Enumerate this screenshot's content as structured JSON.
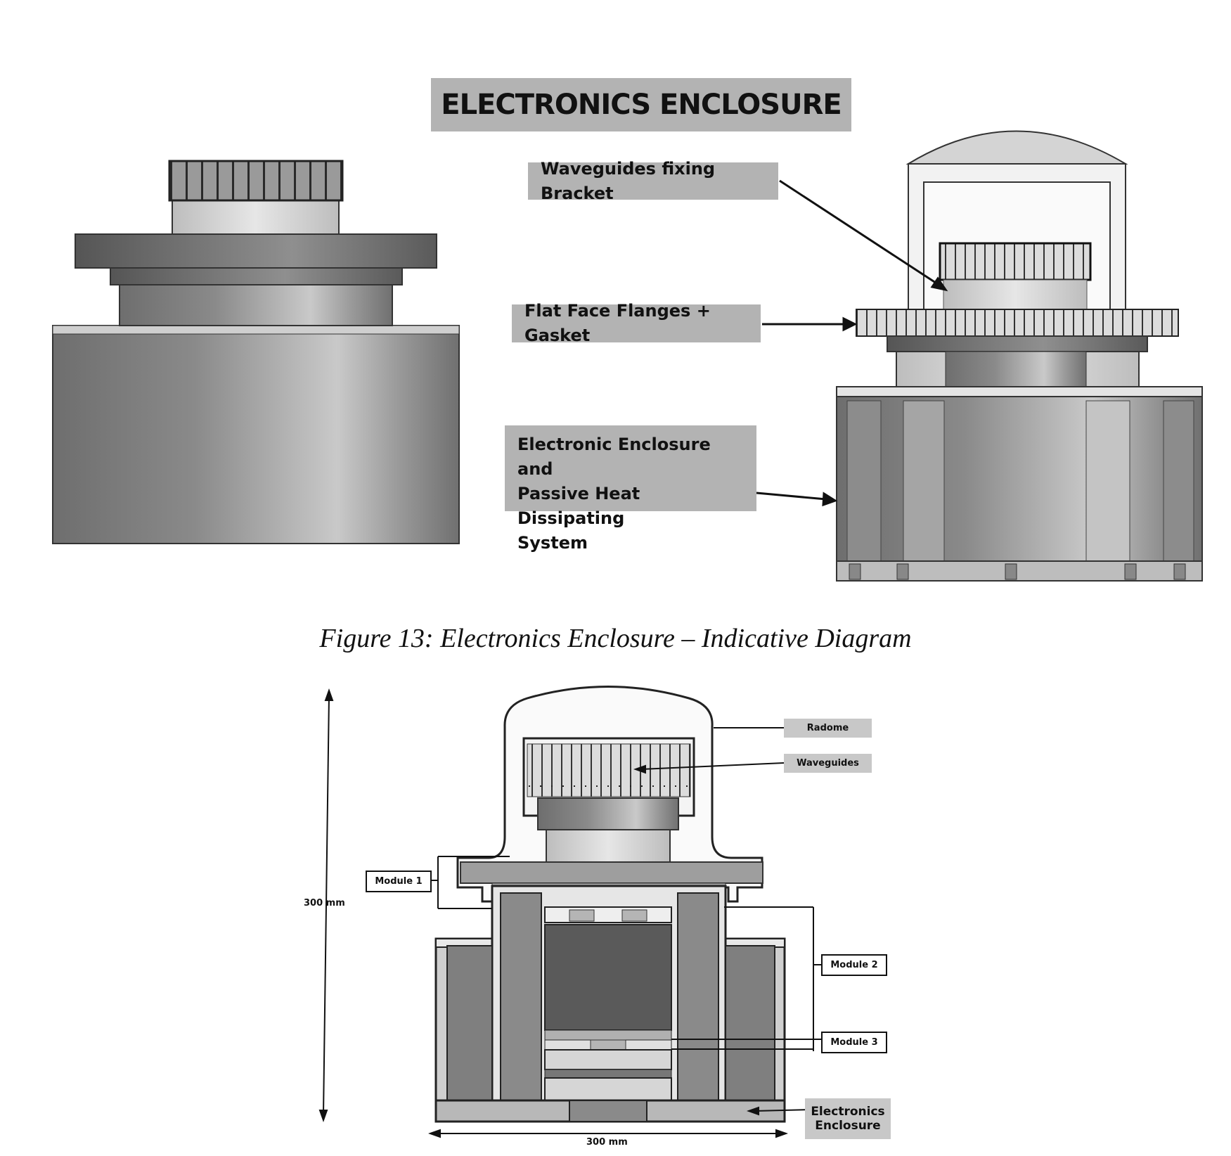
{
  "title": "ELECTRONICS ENCLOSURE",
  "callouts": {
    "waveguides_bracket": "Waveguides fixing Bracket",
    "flat_face": "Flat Face Flanges + Gasket",
    "enclosure_line1": "Electronic Enclosure and",
    "enclosure_line2": "Passive Heat Dissipating",
    "enclosure_line3": "System"
  },
  "caption": "Figure 13: Electronics Enclosure – Indicative Diagram",
  "section": {
    "radome": "Radome",
    "waveguides": "Waveguides",
    "module1": "Module 1",
    "module2": "Module 2",
    "module3": "Module 3",
    "electronics_line1": "Electronics",
    "electronics_line2": "Enclosure",
    "height_dim": "300 mm",
    "width_dim": "300 mm"
  }
}
